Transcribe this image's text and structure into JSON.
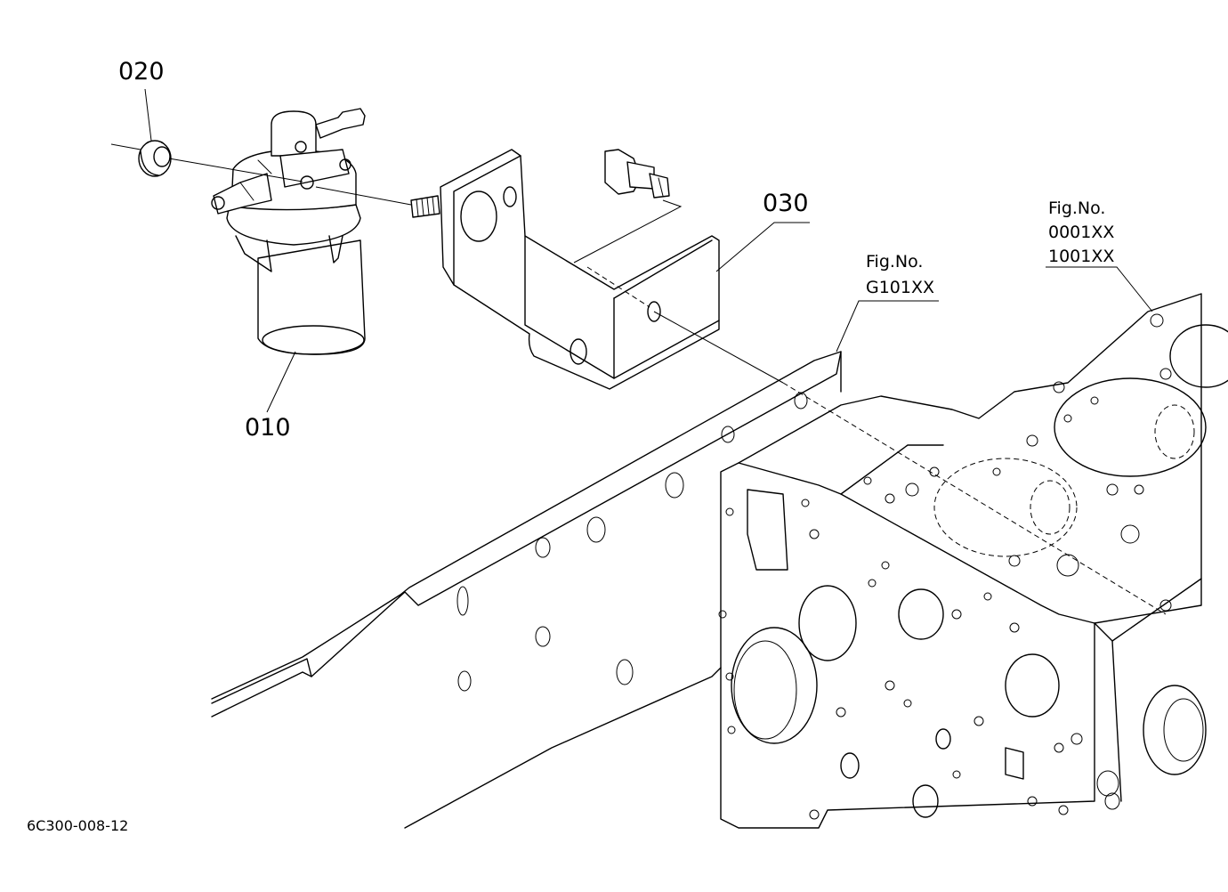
{
  "parts": {
    "p010": "010",
    "p020": "020",
    "p030": "030"
  },
  "figure_refs": {
    "block": {
      "line1": "Fig.No.",
      "line2": "G101XX"
    },
    "gasket": {
      "line1": "Fig.No.",
      "line2": "0001XX",
      "line3": "1001XX"
    }
  },
  "drawing_code": "6C300-008-12",
  "colors": {
    "ink": "#000000",
    "paper": "#ffffff"
  }
}
